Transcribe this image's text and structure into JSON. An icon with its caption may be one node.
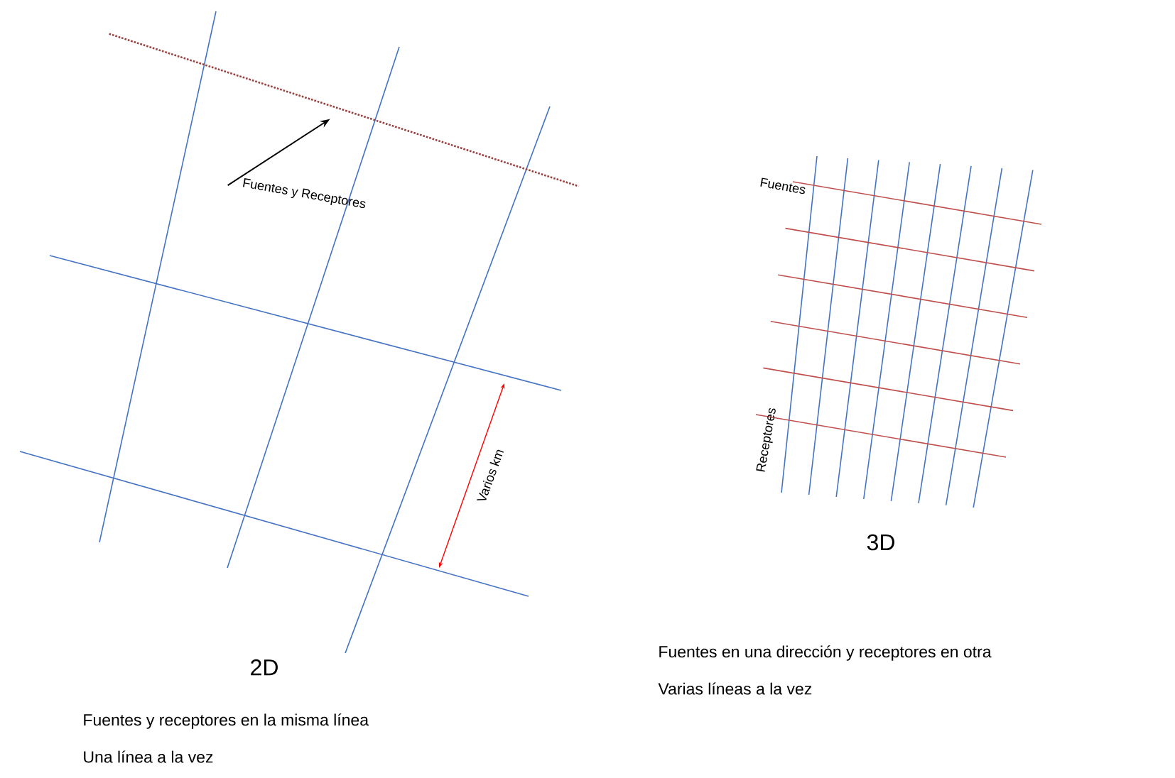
{
  "diagram": {
    "nodes": [
      {
        "text": [
          "Fuentes y Receptores"
        ]
      },
      {
        "text": [],
        "shape": "line"
      }
    ],
    "edges": [
      {
        "from": 0,
        "to": 1,
        "arrow": "to"
      }
    ],
    "labels": [
      "Varios km",
      "2D",
      "Fuentes y receptores en la misma línea",
      "Una línea a la vez",
      "Fuentes",
      "Receptores",
      "3D",
      "Fuentes en una dirección y receptores en otra",
      "Varias líneas a la vez"
    ]
  }
}
